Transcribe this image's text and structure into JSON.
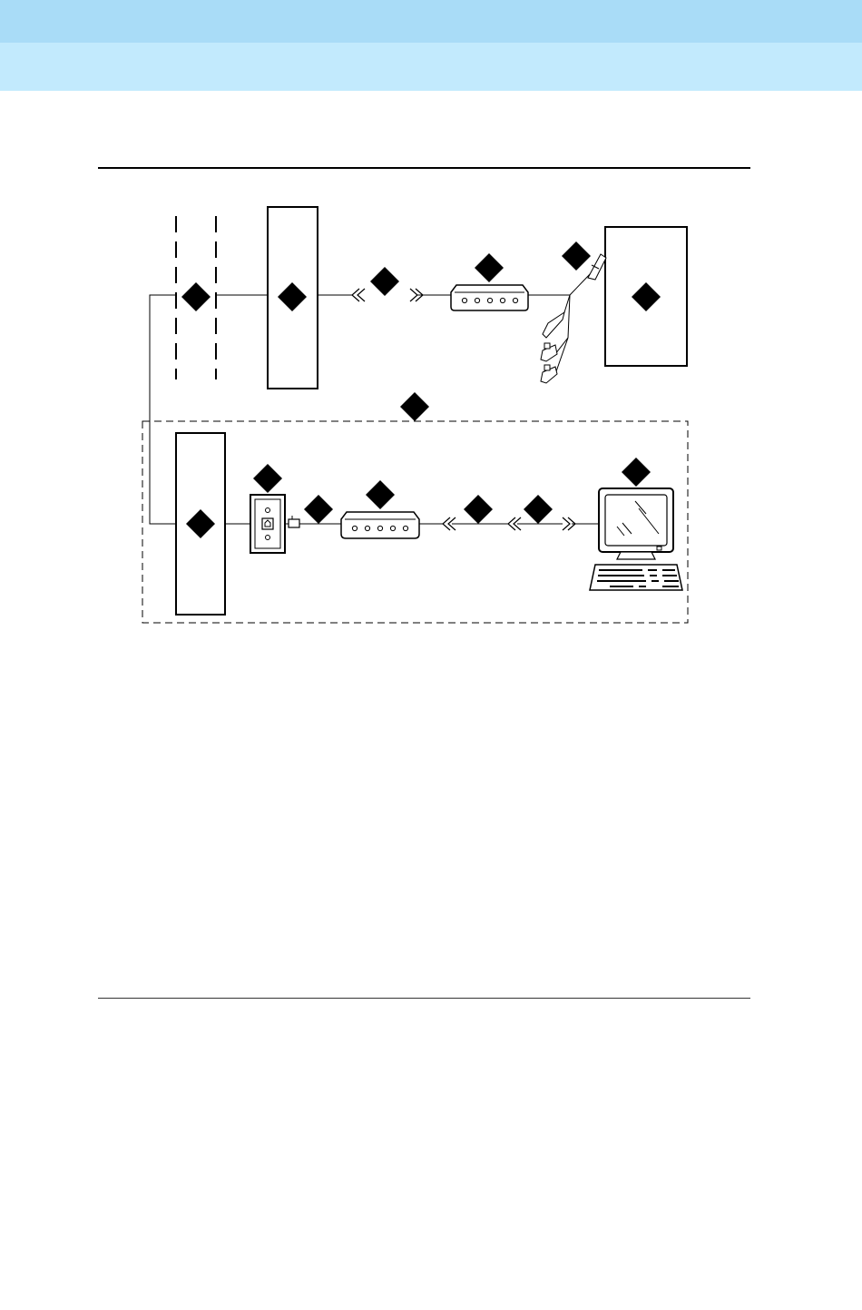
{
  "page": {
    "background": "#ffffff",
    "header_colors": {
      "top": "#a9dcf7",
      "bottom": "#c2eafd"
    }
  },
  "diagram": {
    "icons": [
      "dashed-trunk-lines",
      "cabinet-icon",
      "data-module-icon",
      "connector-cables-icon",
      "wall-jack-icon",
      "modular-plug-icon",
      "terminal-monitor-icon",
      "keyboard-icon"
    ],
    "callout_marker": "black-diamond",
    "callout_count": 13,
    "ink_color": "#000000"
  }
}
